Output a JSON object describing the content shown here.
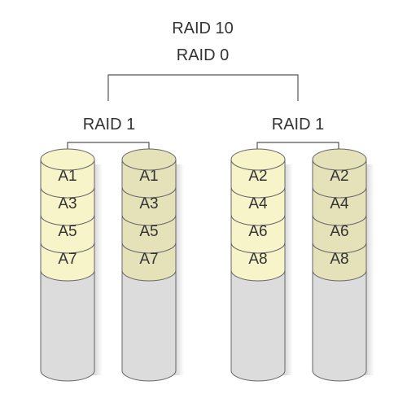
{
  "title_top": "RAID 10",
  "title_bottom": "RAID 0",
  "groups": [
    {
      "label": "RAID 1",
      "disks": [
        {
          "blocks": [
            "A1",
            "A3",
            "A5",
            "A7"
          ]
        },
        {
          "blocks": [
            "A1",
            "A3",
            "A5",
            "A7"
          ]
        }
      ]
    },
    {
      "label": "RAID 1",
      "disks": [
        {
          "blocks": [
            "A2",
            "A4",
            "A6",
            "A8"
          ]
        },
        {
          "blocks": [
            "A2",
            "A4",
            "A6",
            "A8"
          ]
        }
      ]
    }
  ],
  "colors": {
    "block_fill_light": "#f7f4c9",
    "block_fill_dark": "#e5e2b9",
    "empty_fill": "#dcdcdc",
    "outline": "#666666",
    "text": "#333333",
    "connector": "#555555"
  }
}
